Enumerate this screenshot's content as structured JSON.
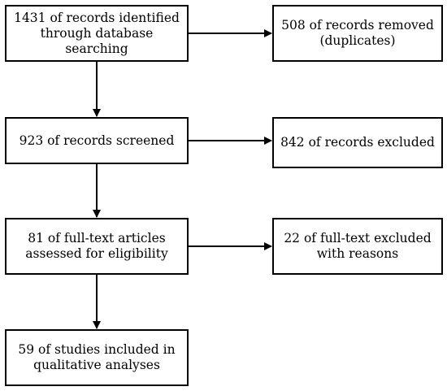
{
  "diagram": {
    "nodes": {
      "identified": "1431 of records identified\nthrough database\nsearching",
      "removed": "508 of records removed\n(duplicates)",
      "screened": "923 of records screened",
      "excluded": "842 of records excluded",
      "assessed": "81 of full-text articles\nassessed for eligibility",
      "fulltext_excluded": "22 of full-text excluded\nwith reasons",
      "included": "59 of studies included in\nqualitative analyses"
    },
    "edges": [
      {
        "from": "identified",
        "to": "removed"
      },
      {
        "from": "identified",
        "to": "screened"
      },
      {
        "from": "screened",
        "to": "excluded"
      },
      {
        "from": "screened",
        "to": "assessed"
      },
      {
        "from": "assessed",
        "to": "fulltext_excluded"
      },
      {
        "from": "assessed",
        "to": "included"
      }
    ]
  }
}
